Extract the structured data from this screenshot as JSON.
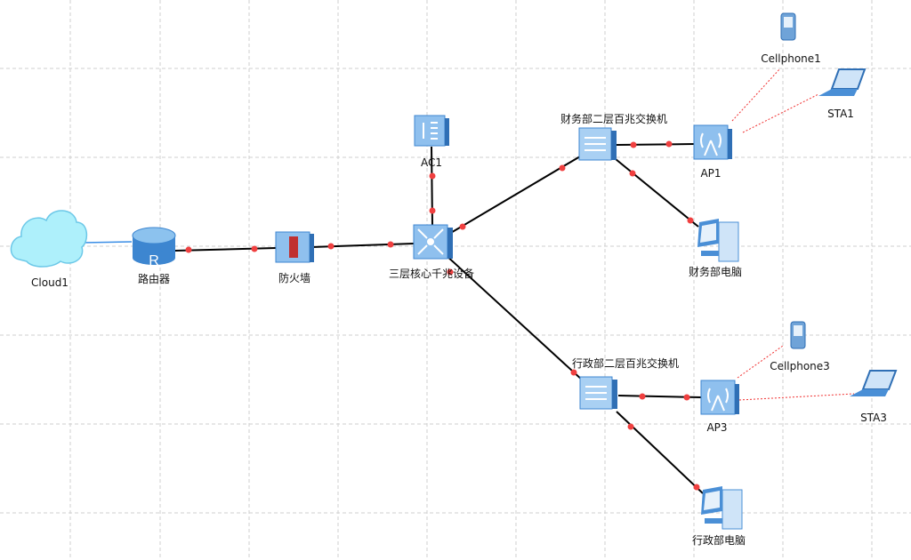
{
  "nodes": {
    "cloud1": "Cloud1",
    "router": "路由器",
    "firewall": "防火墙",
    "core_switch": "三层核心千兆设备",
    "ac1": "AC1",
    "finance_switch": "财务部二层百兆交换机",
    "ap1": "AP1",
    "cellphone1": "Cellphone1",
    "sta1": "STA1",
    "finance_pc": "财务部电脑",
    "admin_switch": "行政部二层百兆交换机",
    "ap3": "AP3",
    "cellphone3": "Cellphone3",
    "sta3": "STA3",
    "admin_pc": "行政部电脑"
  },
  "colors": {
    "link": "#000000",
    "port": "#f04040",
    "wireless": "#f03030",
    "device": "#4a8fd6"
  }
}
